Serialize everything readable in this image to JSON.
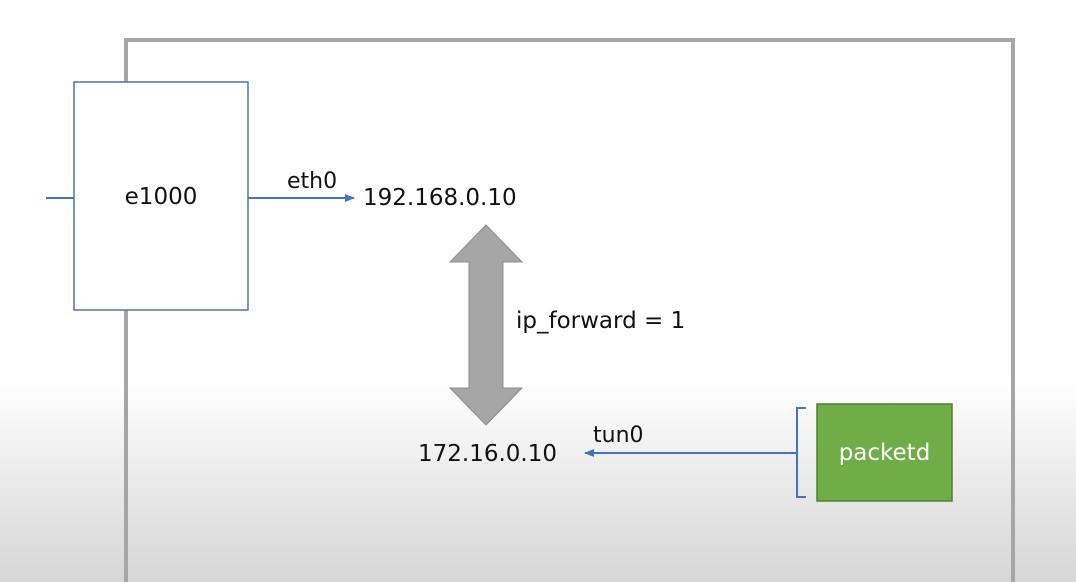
{
  "nodes": {
    "nic": "e1000",
    "app": "packetd"
  },
  "labels": {
    "eth_iface": "eth0",
    "eth_ip": "192.168.0.10",
    "forward": "ip_forward = 1",
    "tun_iface": "tun0",
    "tun_ip": "172.16.0.10"
  },
  "colors": {
    "frame": "#a6a6a6",
    "line_blue": "#4472c4",
    "node_border": "#4a72b8",
    "arrow_fill": "#a6a6a6",
    "arrow_stroke": "#8c8c8c",
    "app_fill": "#70ad47",
    "app_border": "#507e32",
    "app_text": "#ffffff"
  }
}
